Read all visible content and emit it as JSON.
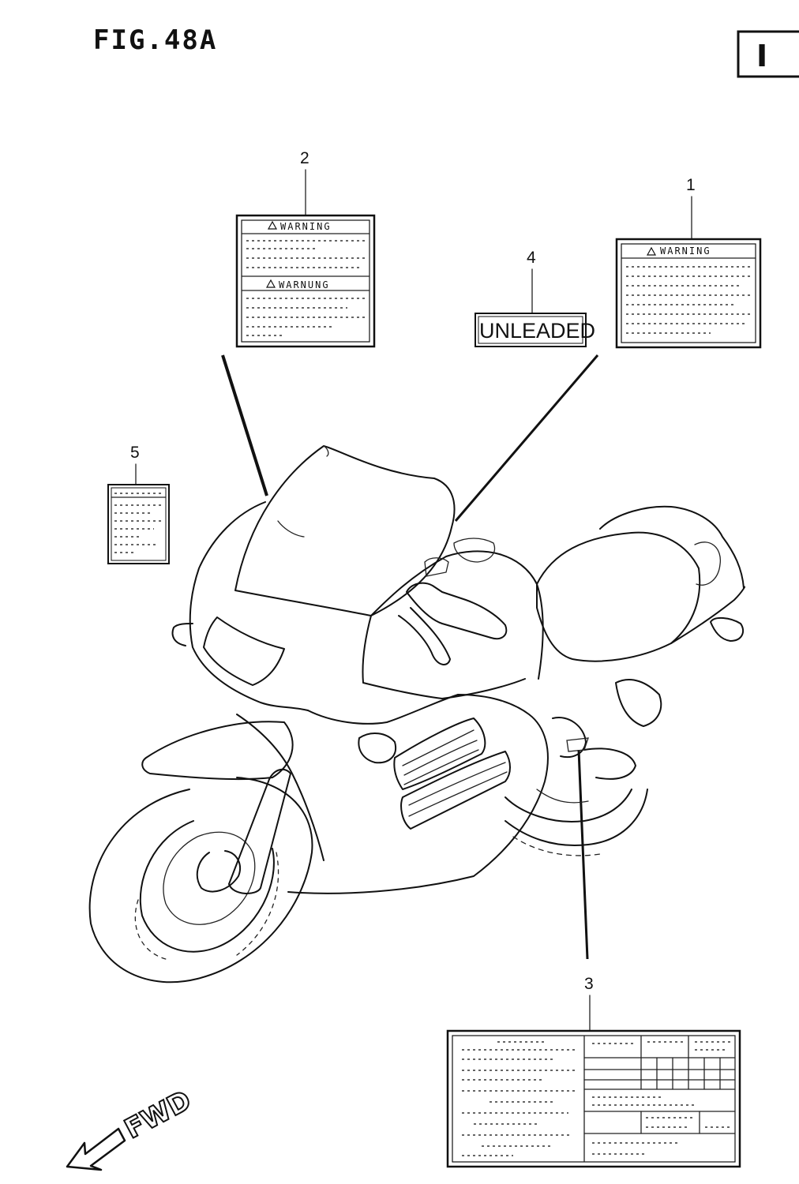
{
  "figure": {
    "title": "FIG.48A",
    "corner_box_text": "I"
  },
  "callouts": [
    {
      "number": "1",
      "label_heading": "WARNING"
    },
    {
      "number": "2",
      "label_heading_top": "WARNING",
      "label_heading_bottom": "WARNUNG"
    },
    {
      "number": "3"
    },
    {
      "number": "4",
      "label_text": "UNLEADED"
    },
    {
      "number": "5"
    }
  ],
  "direction_marker": "FWD",
  "colors": {
    "ink": "#111111",
    "paper": "#ffffff"
  }
}
